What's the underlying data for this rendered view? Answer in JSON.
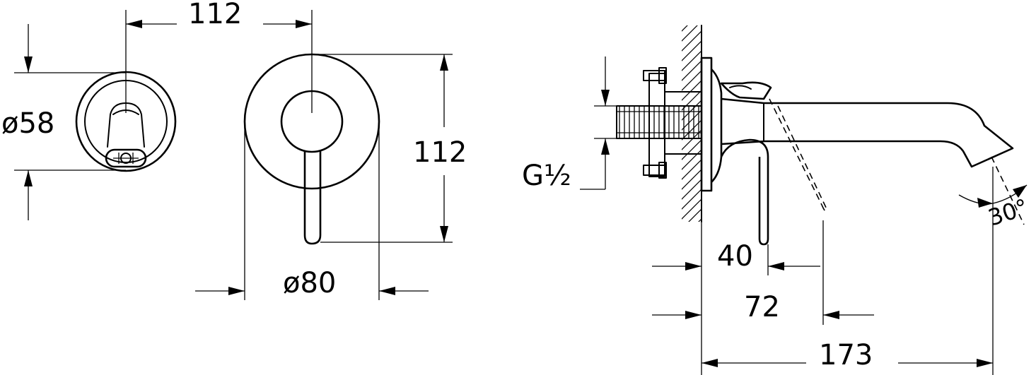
{
  "dimensions": {
    "front_width": "112",
    "front_height": "112",
    "diverter_diameter": "ø58",
    "plate_diameter": "ø80",
    "thread": "G½",
    "depth_short": "40",
    "depth_mid": "72",
    "spout_length": "173",
    "spout_angle": "30°"
  }
}
